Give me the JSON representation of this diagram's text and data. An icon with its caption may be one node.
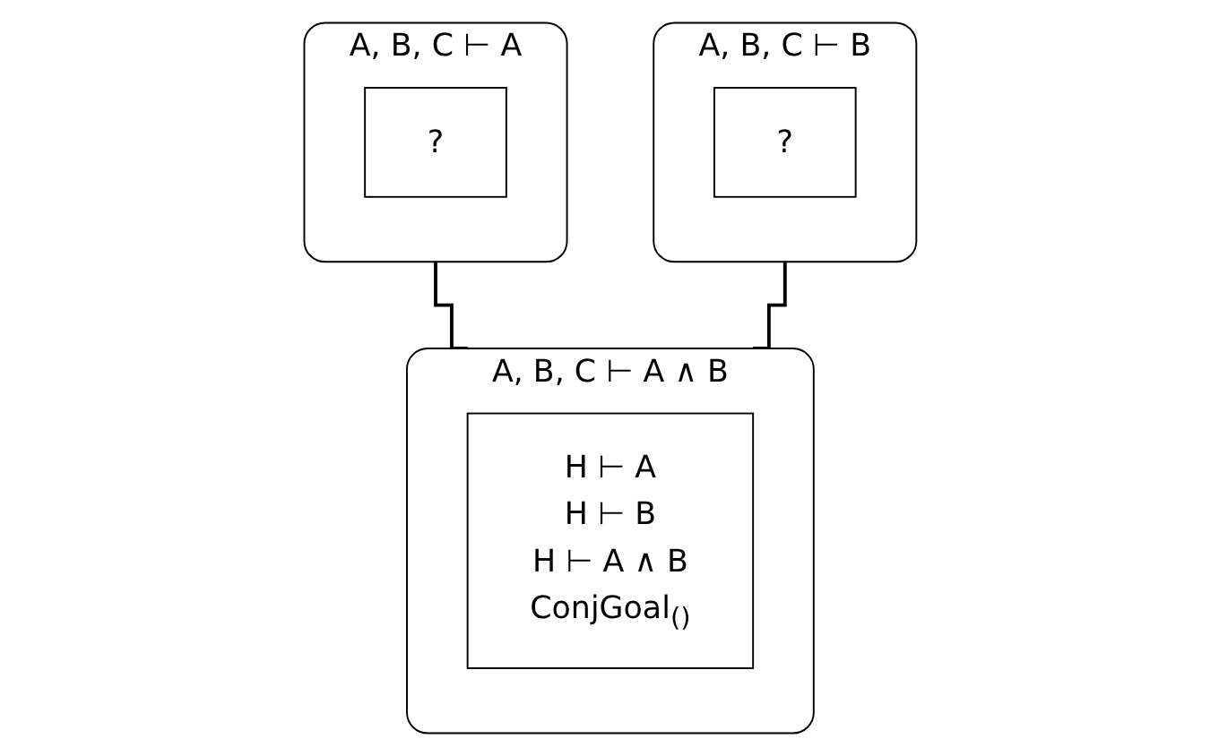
{
  "diagram": {
    "nodes": [
      {
        "text": [
          "A, B, C ⊢ A"
        ]
      },
      {
        "text": [
          "?"
        ],
        "in": 0
      },
      {
        "text": [
          "A, B, C ⊢ B"
        ]
      },
      {
        "text": [
          "?"
        ],
        "in": 2
      },
      {
        "text": [
          "A, B, C ⊢ A ∧ B"
        ]
      },
      {
        "text": [
          "H ⊢ A",
          "H ⊢ B",
          "H ⊢ A ∧ B",
          "ConjGoal$_{()}$"
        ],
        "in": 4
      }
    ],
    "edges": [
      {
        "from": 0,
        "to": 4,
        "arrow": "none"
      },
      {
        "from": 2,
        "to": 4,
        "arrow": "none"
      }
    ]
  }
}
